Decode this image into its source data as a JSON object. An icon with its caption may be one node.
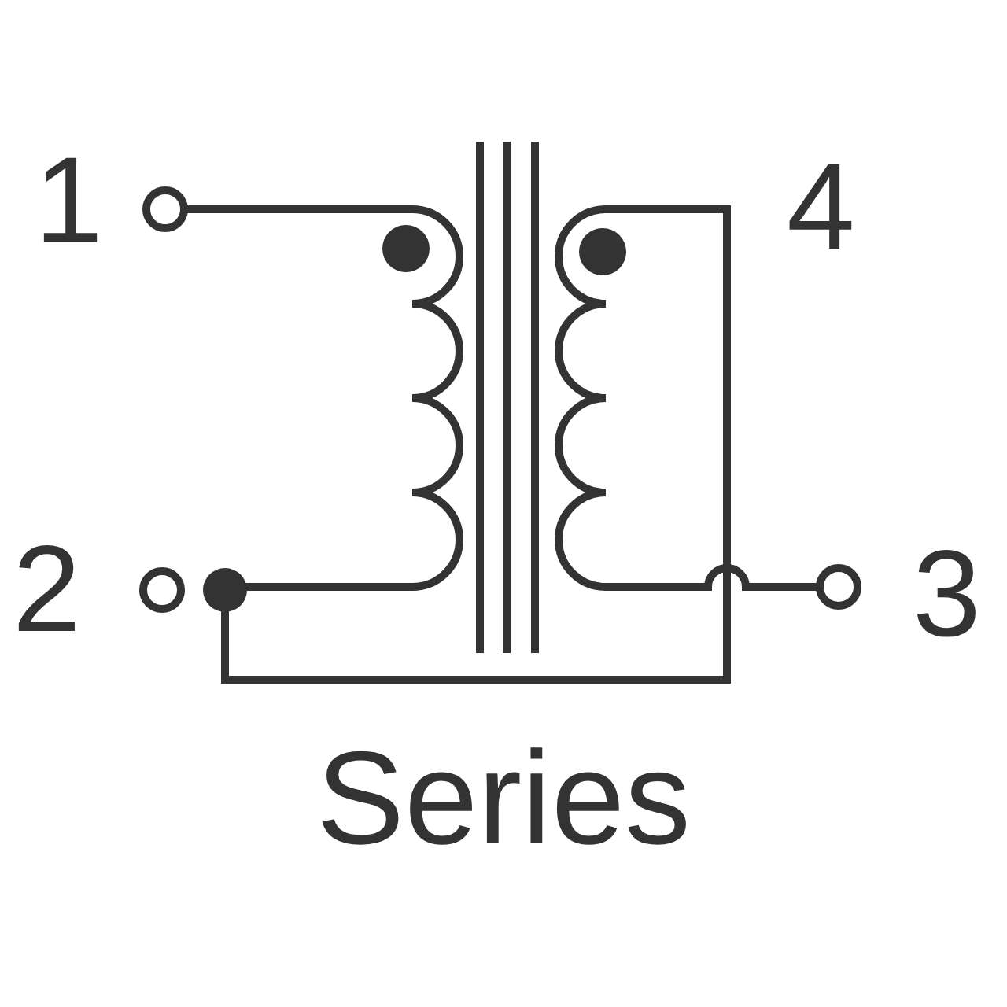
{
  "diagram": {
    "caption": "Series",
    "labels": [
      "1",
      "4",
      "2",
      "3"
    ]
  }
}
